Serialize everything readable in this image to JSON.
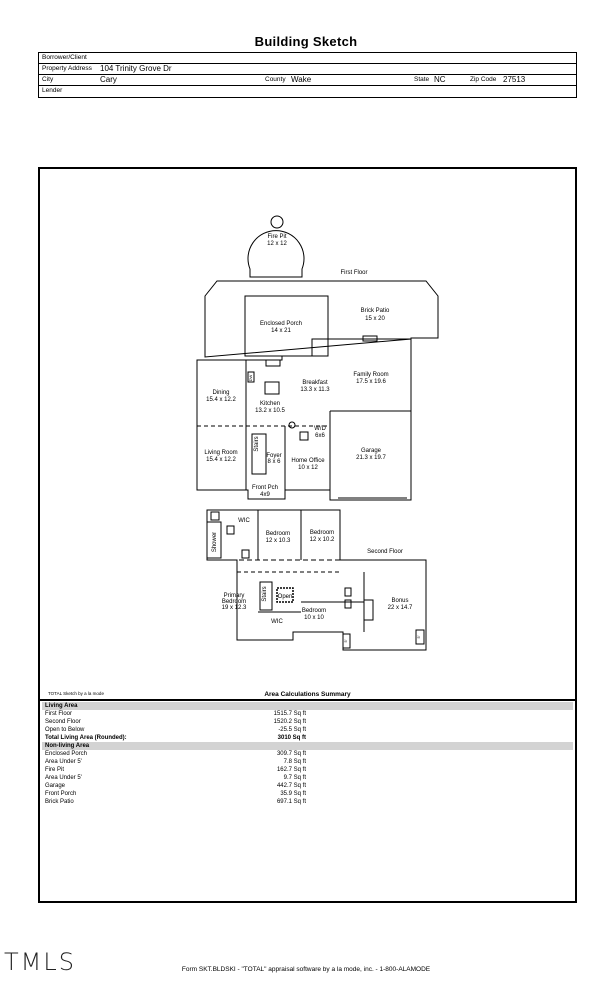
{
  "title": "Building Sketch",
  "header": {
    "borrower_label": "Borrower/Client",
    "borrower_value": "",
    "property_label": "Property Address",
    "property_value": "104 Trinity Grove Dr",
    "city_label": "City",
    "city_value": "Cary",
    "county_label": "County",
    "county_value": "Wake",
    "state_label": "State",
    "state_value": "NC",
    "zip_label": "Zip Code",
    "zip_value": "27513",
    "lender_label": "Lender",
    "lender_value": ""
  },
  "sketch": {
    "fire_pit": {
      "name": "Fire Pit",
      "dims": "12 x 12"
    },
    "first_floor_label": "First Floor",
    "second_floor_label": "Second Floor",
    "rooms_first": [
      {
        "name": "Enclosed Porch",
        "dims": "14 x 21"
      },
      {
        "name": "Brick Patio",
        "dims": "15 x 20"
      },
      {
        "name": "Family Room",
        "dims": "17.5 x 19.6"
      },
      {
        "name": "Breakfast",
        "dims": "13.3 x 11.3"
      },
      {
        "name": "Dining",
        "dims": "15.4 x 12.2"
      },
      {
        "name": "Kitchen",
        "dims": "13.2 x 10.5"
      },
      {
        "name": "W/D",
        "dims": "6x6"
      },
      {
        "name": "Garage",
        "dims": "21.3 x 19.7"
      },
      {
        "name": "Living Room",
        "dims": "15.4 x 12.2"
      },
      {
        "name": "Foyer",
        "dims": "8 x 6"
      },
      {
        "name": "Home Office",
        "dims": "10 x 12"
      },
      {
        "name": "Front Pch",
        "dims": "4x9"
      }
    ],
    "rooms_second": [
      {
        "name": "Bedroom",
        "dims": "12 x 10.3"
      },
      {
        "name": "Bedroom",
        "dims": "12 x 10.2"
      },
      {
        "name": "Primary",
        "name2": "Bedroom",
        "dims": "19 x 12.3"
      },
      {
        "name": "Bedroom",
        "dims": "10 x 10"
      },
      {
        "name": "Bonus",
        "dims": "22 x 14.7"
      }
    ],
    "labels": {
      "wic": "WIC",
      "shower": "Shower",
      "stairs": "Stairs",
      "open": "Open",
      "dw": "DW",
      "five": "5'"
    }
  },
  "calc": {
    "credit": "TOTAL Sketch by a la mode",
    "title": "Area Calculations Summary",
    "rows": [
      {
        "name": "Living Area",
        "value": "",
        "type": "hdr"
      },
      {
        "name": "First Floor",
        "value": "1515.7 Sq ft",
        "type": ""
      },
      {
        "name": "Second Floor",
        "value": "1520.2 Sq ft",
        "type": ""
      },
      {
        "name": "Open to Below",
        "value": "-25.5 Sq ft",
        "type": ""
      },
      {
        "name": "Total Living Area (Rounded):",
        "value": "3010 Sq ft",
        "type": "total"
      },
      {
        "name": "Non-living Area",
        "value": "",
        "type": "hdr"
      },
      {
        "name": "Enclosed Porch",
        "value": "309.7 Sq ft",
        "type": ""
      },
      {
        "name": "Area Under 5'",
        "value": "7.8 Sq ft",
        "type": ""
      },
      {
        "name": "Fire Pit",
        "value": "162.7 Sq ft",
        "type": ""
      },
      {
        "name": "Area Under 5'",
        "value": "9.7 Sq ft",
        "type": ""
      },
      {
        "name": "Garage",
        "value": "442.7 Sq ft",
        "type": ""
      },
      {
        "name": "Front Porch",
        "value": "35.9 Sq ft",
        "type": ""
      },
      {
        "name": "Brick Patio",
        "value": "697.1 Sq ft",
        "type": ""
      }
    ]
  },
  "logo": "TMLS",
  "footer": "Form SKT.BLDSKI - \"TOTAL\" appraisal software by a la mode, inc. - 1-800-ALAMODE"
}
